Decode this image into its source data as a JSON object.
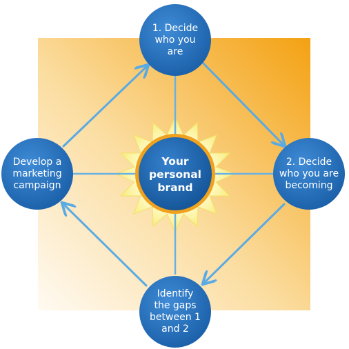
{
  "diagram": {
    "center": {
      "lines": [
        "Your",
        "personal",
        "brand"
      ]
    },
    "nodes": {
      "top": {
        "lines": [
          "1. Decide",
          "who you",
          "are"
        ]
      },
      "right": {
        "lines": [
          "2. Decide",
          "who you are",
          "becoming"
        ]
      },
      "bottom": {
        "lines": [
          "Identify",
          "the gaps",
          "between 1",
          "and 2"
        ]
      },
      "left": {
        "lines": [
          "Develop a",
          "marketing",
          "campaign"
        ]
      }
    },
    "colors": {
      "node_fill": "#2167ae",
      "node_fill_light": "#3f8bd6",
      "center_fill": "#1b63aa",
      "center_ring": "#f0a21e",
      "sun_rays": "#fdf6a3",
      "arrow": "#5aaae3",
      "background_gradient_start": "#fdf3df",
      "background_gradient_end": "#f5a21a"
    }
  }
}
